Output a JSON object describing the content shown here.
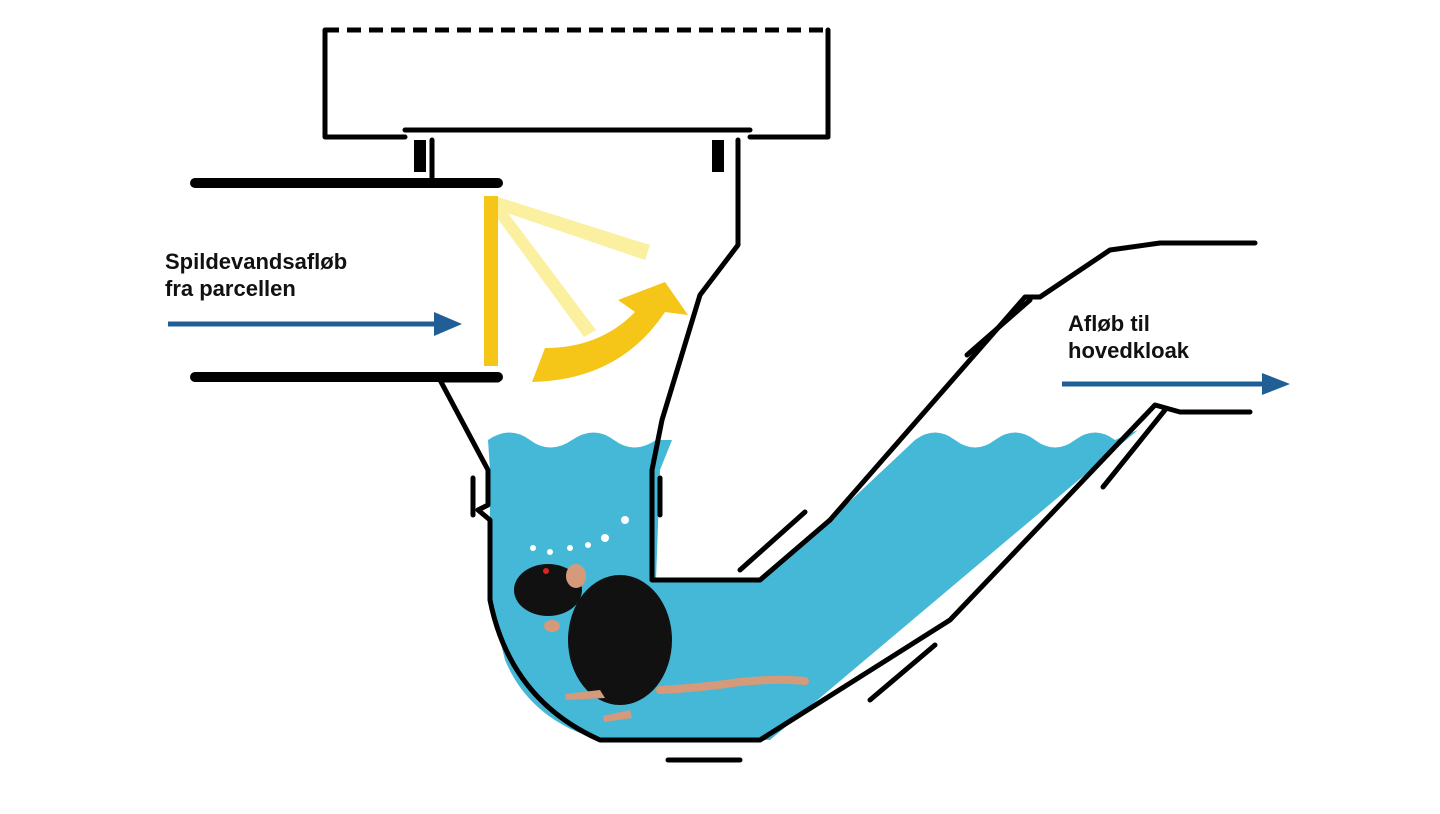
{
  "labels": {
    "inlet": [
      "Spildevandsafløb",
      "fra parcellen"
    ],
    "outlet": [
      "Afløb til",
      "hovedkloak"
    ]
  },
  "colors": {
    "water": "#45b8d8",
    "arrow": "#1f5f96",
    "flap": "#f5c518",
    "flap_light": "#fbf0a0",
    "rat": "#111111",
    "rat_skin": "#d49a7a",
    "pipe": "#000000"
  },
  "icons": [
    "rat-icon",
    "flap-rotate-arrow-icon",
    "flow-arrow-icon"
  ]
}
